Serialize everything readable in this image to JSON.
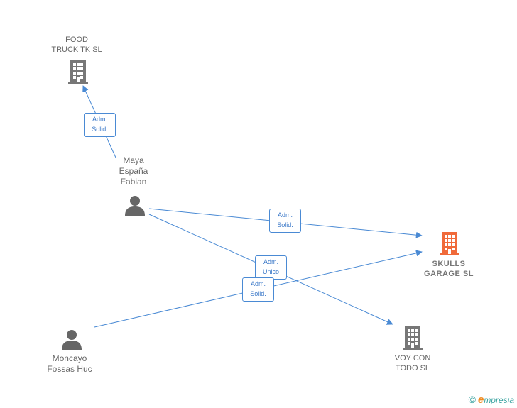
{
  "colors": {
    "edge": "#4a8ad4",
    "company": "#777777",
    "company_focus": "#f06a3a",
    "person": "#666666"
  },
  "nodes": {
    "food_truck": {
      "lines": [
        "FOOD",
        "TRUCK TK  SL"
      ],
      "icon": "building-icon"
    },
    "skulls": {
      "lines": [
        "SKULLS",
        "GARAGE  SL"
      ],
      "icon": "building-icon"
    },
    "voy_con_todo": {
      "lines": [
        "VOY CON",
        "TODO  SL"
      ],
      "icon": "building-icon"
    },
    "maya": {
      "lines": [
        "Maya",
        "España",
        "Fabian"
      ],
      "icon": "person-icon"
    },
    "moncayo": {
      "lines": [
        "Moncayo",
        "Fossas Huc"
      ],
      "icon": "person-icon"
    }
  },
  "edges": {
    "maya_food": {
      "lines": [
        "Adm.",
        "Solid."
      ]
    },
    "maya_skulls": {
      "lines": [
        "Adm.",
        "Solid."
      ]
    },
    "maya_voy": {
      "lines": [
        "Adm.",
        "Unico"
      ]
    },
    "moncayo_skulls": {
      "lines": [
        "Adm.",
        "Solid."
      ]
    }
  },
  "footer": {
    "copyright": "©",
    "brand_initial": "e",
    "brand_rest": "mpresia"
  }
}
